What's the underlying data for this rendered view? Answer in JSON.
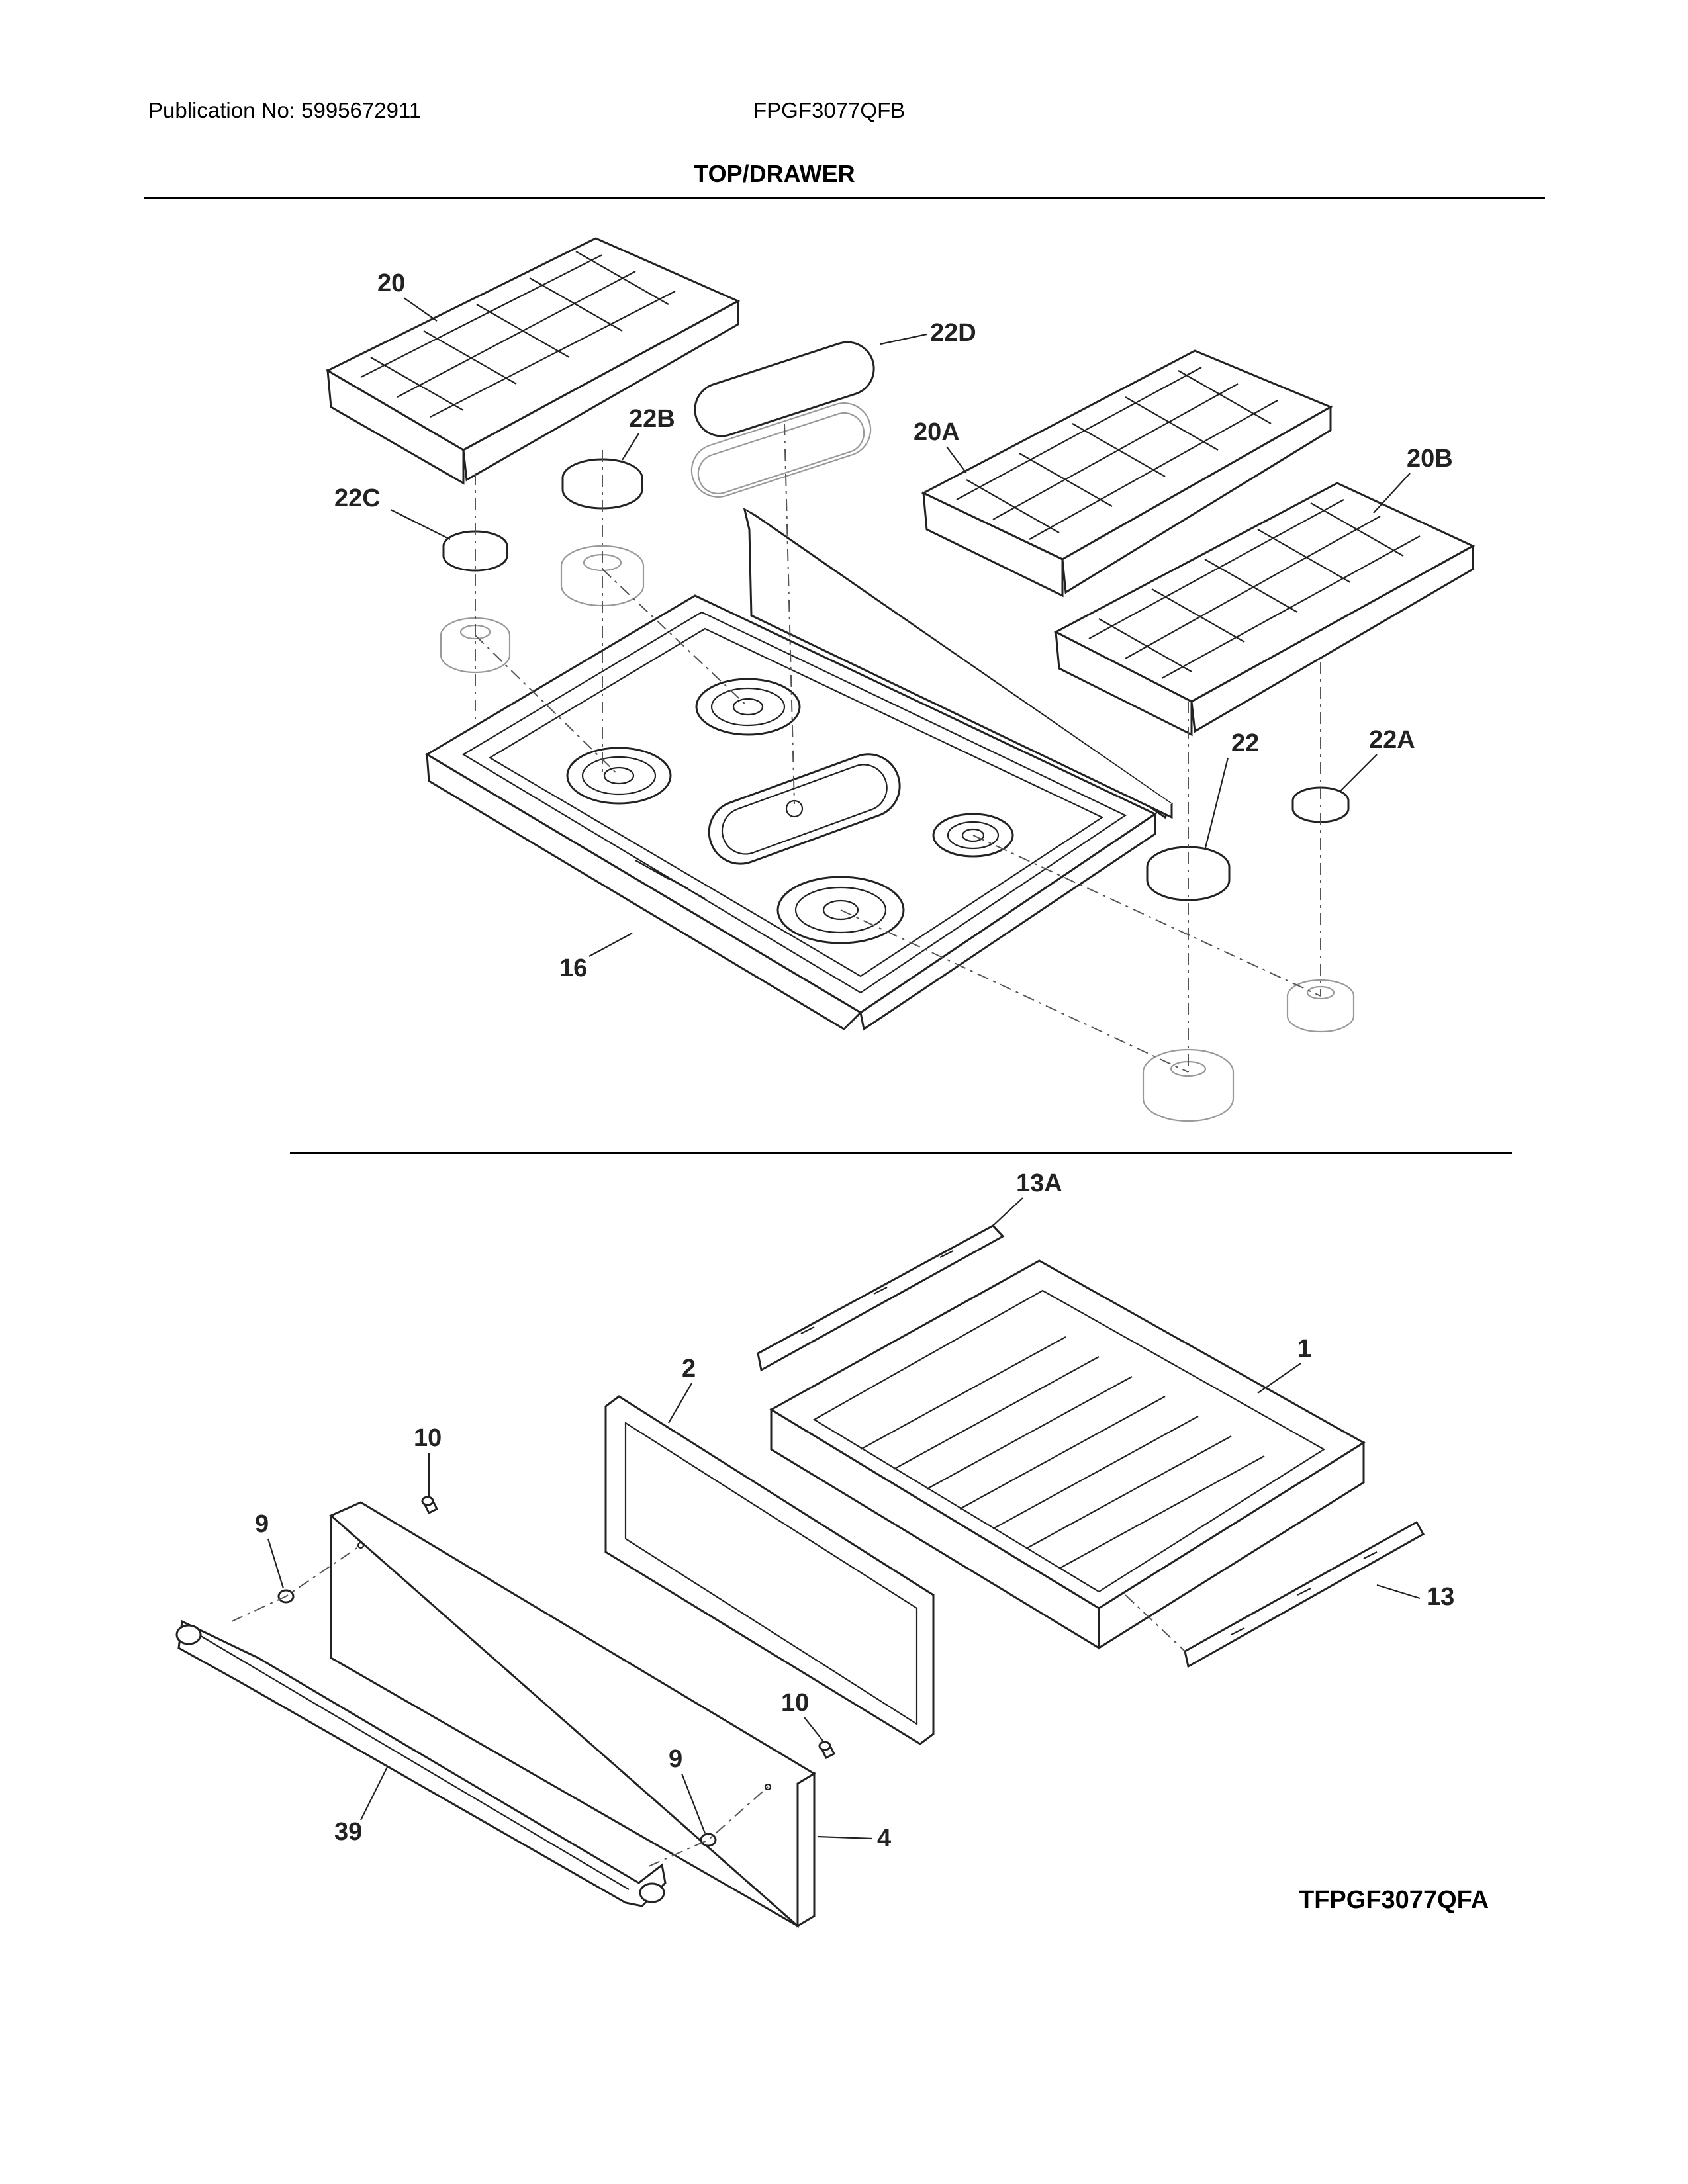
{
  "header": {
    "publication": "Publication No: 5995672911",
    "model": "FPGF3077QFB",
    "section_title": "TOP/DRAWER"
  },
  "drawing_id": "TFPGF3077QFA",
  "callouts": {
    "grate_left": "20",
    "grate_mid": "20A",
    "grate_right": "20B",
    "cap_22": "22",
    "cap_22a": "22A",
    "cap_22b": "22B",
    "cap_22c": "22C",
    "cap_22d": "22D",
    "cooktop": "16",
    "slide_13a": "13A",
    "slide_13": "13",
    "drawer_body": "1",
    "inner_panel": "2",
    "drawer_front": "4",
    "screw_top": "10",
    "screw_bottom": "10",
    "spacer_top": "9",
    "spacer_bottom": "9",
    "handle": "39"
  }
}
